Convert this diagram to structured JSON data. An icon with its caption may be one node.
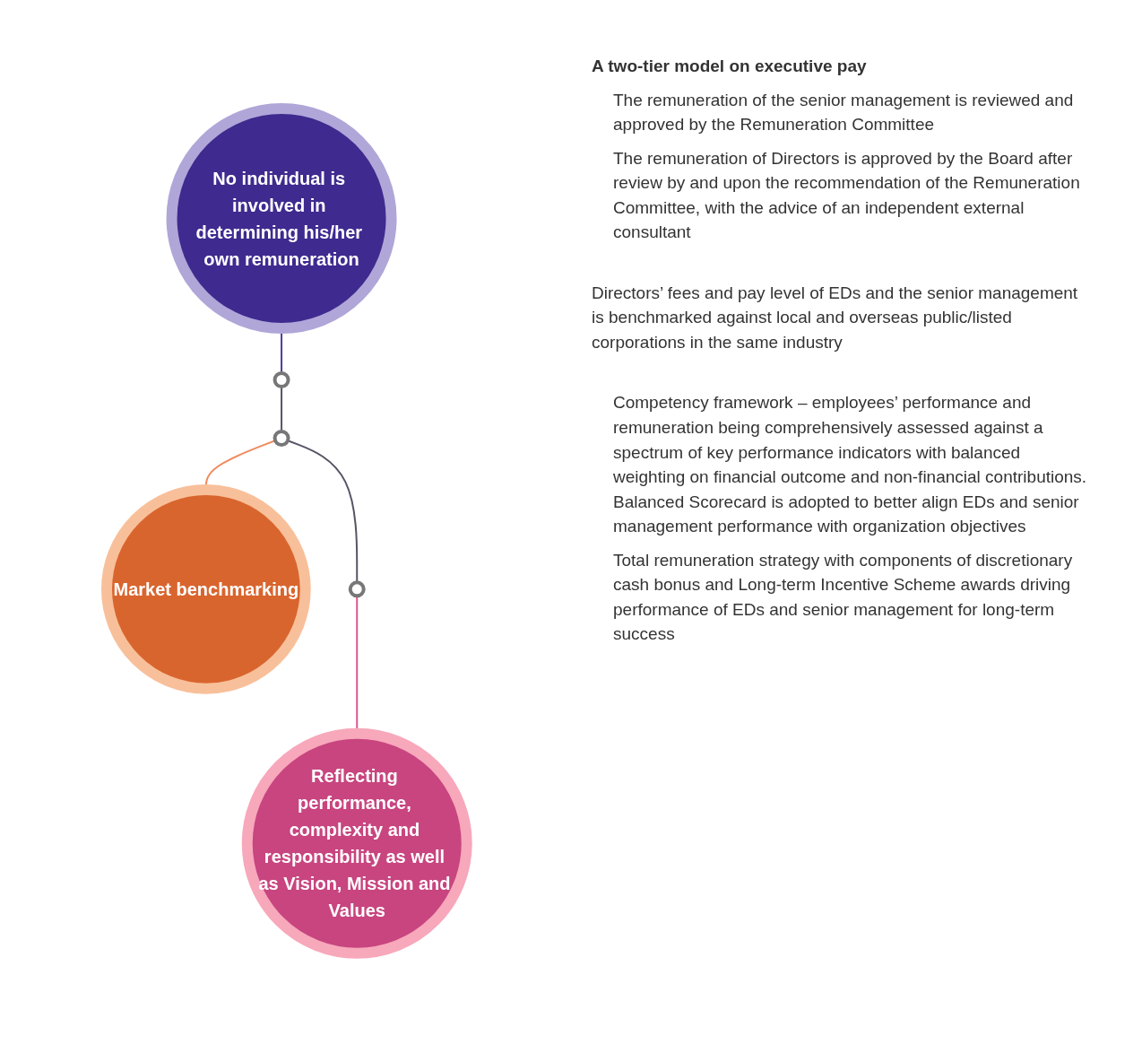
{
  "diagram": {
    "nodes": [
      {
        "text": [
          "No individual is involved in determining his/her own remuneration"
        ]
      },
      {
        "text": [
          "Market benchmarking"
        ]
      },
      {
        "text": [
          "Reflecting performance, complexity and responsibility as well as Vision, Mission and Values"
        ]
      },
      {
        "text": [],
        "shape": "circle"
      },
      {
        "text": [],
        "shape": "circle"
      },
      {
        "text": [],
        "shape": "circle"
      }
    ],
    "edges": [
      {
        "from": 0,
        "to": 3,
        "arrow": "none",
        "color": "#4b3ca0"
      },
      {
        "from": 3,
        "to": 4,
        "arrow": "none"
      },
      {
        "from": 4,
        "to": 1,
        "arrow": "none",
        "color": "#f08a5d"
      },
      {
        "from": 4,
        "to": 5,
        "arrow": "none"
      },
      {
        "from": 5,
        "to": 2,
        "arrow": "none",
        "color": "#e05590"
      }
    ],
    "labels": [
      "A two-tier model on executive pay",
      "The remuneration of the senior management is reviewed and approved by the Remuneration Committee",
      "The remuneration of Directors is approved by the Board after review by and upon the recommendation of the Remuneration Committee, with the advice of an independent external consultant",
      "Directors’ fees and pay level of EDs and the senior management is benchmarked against local and overseas public/listed corporations in the same industry",
      "Competency framework – employees’ performance and remuneration being comprehensively assessed against a spectrum of key performance indicators with balanced weighting on financial outcome and non-financial contributions. Balanced Scorecard is adopted to better align EDs and senior management performance with organization objectives",
      "Total remuneration strategy with components of discretionary cash bonus and Long-term Incentive Scheme awards driving performance of EDs and senior management for long-term success"
    ]
  }
}
